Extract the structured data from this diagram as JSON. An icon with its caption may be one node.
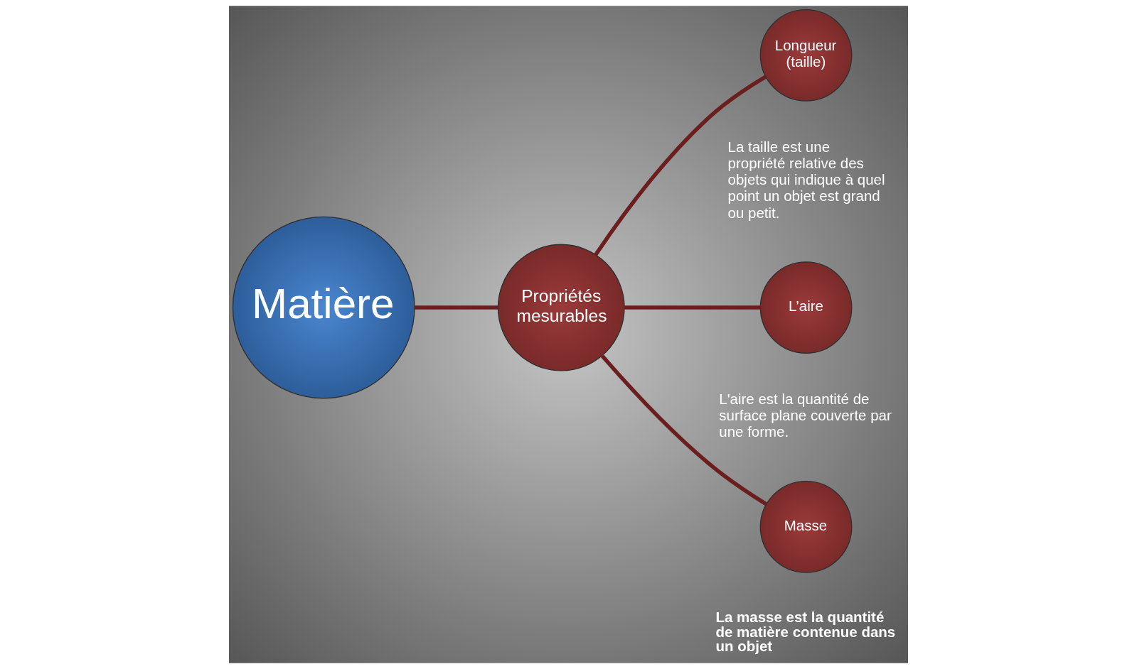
{
  "diagram": {
    "nodes": [
      {
        "text": [
          "Matière"
        ]
      },
      {
        "text": [
          "Propriétés mesurables"
        ]
      },
      {
        "text": [
          "Longueur (taille)"
        ],
        "beside": [
          "La taille est une propriété relative des objets qui indique à quel point un objet est grand ou petit."
        ]
      },
      {
        "text": [
          "L’aire"
        ],
        "beside": [
          "L'aire est la quantité de surface plane couverte par une forme."
        ]
      },
      {
        "text": [
          "Masse"
        ],
        "beside": [
          "La masse est la quantité de matière contenue dans un objet"
        ]
      }
    ],
    "edges": [
      {
        "from": 0,
        "to": 1,
        "arrow": "none"
      },
      {
        "from": 1,
        "to": 2,
        "arrow": "none"
      },
      {
        "from": 1,
        "to": 3,
        "arrow": "none"
      },
      {
        "from": 1,
        "to": 4,
        "arrow": "none"
      }
    ]
  }
}
